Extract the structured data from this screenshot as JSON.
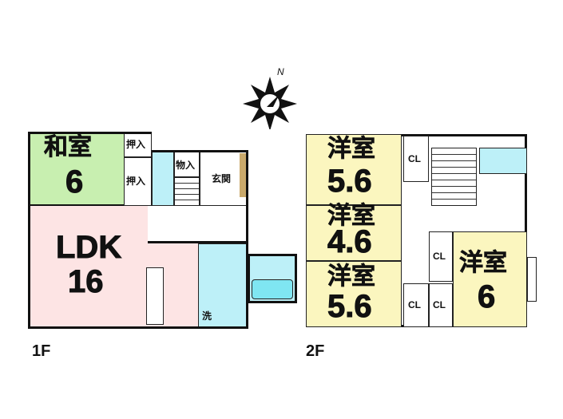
{
  "compass": {
    "north_label": "N"
  },
  "floor1": {
    "label": "1F",
    "rooms": {
      "washitsu": {
        "name": "和室",
        "size": "6"
      },
      "closet1": "押入",
      "closet2": "押入",
      "storage": "物入",
      "entrance": "玄関",
      "ldk": {
        "name": "LDK",
        "size": "16"
      },
      "laundry": "洗"
    }
  },
  "floor2": {
    "label": "2F",
    "rooms": {
      "room_a": {
        "name": "洋室",
        "size": "5.6"
      },
      "room_b": {
        "name": "洋室",
        "size": "4.6"
      },
      "room_c": {
        "name": "洋室",
        "size": "5.6"
      },
      "room_d": {
        "name": "洋室",
        "size": "6"
      },
      "cl1": "CL",
      "cl2": "CL",
      "cl3": "CL",
      "cl4": "CL"
    }
  },
  "colors": {
    "washitsu": "#c8efb0",
    "ldk": "#fde4e4",
    "wet": "#bdf0f8",
    "western": "#fbf6bf"
  }
}
